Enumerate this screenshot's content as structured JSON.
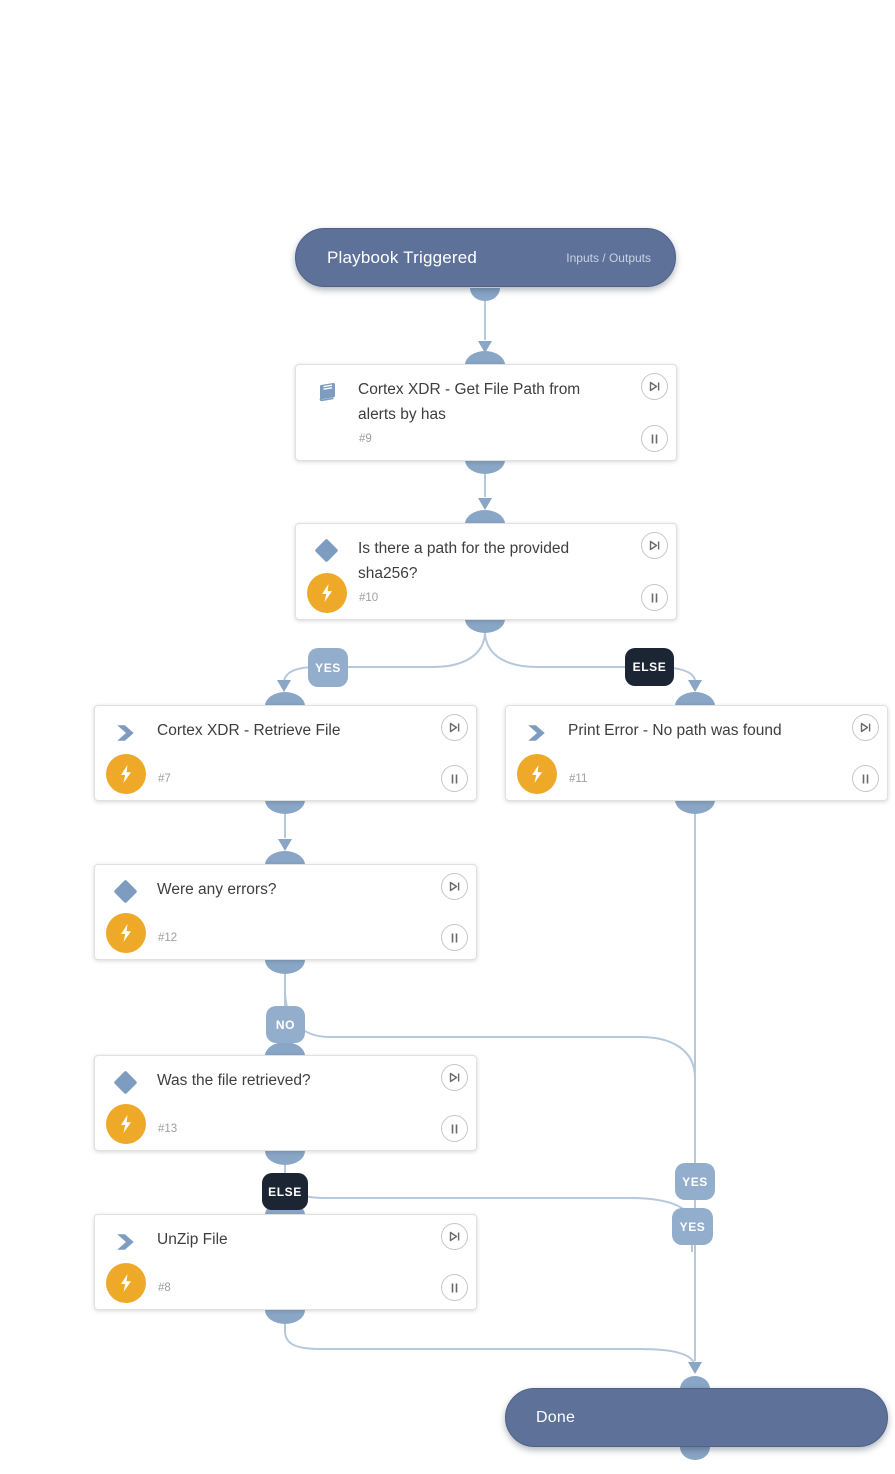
{
  "trigger": {
    "label": "Playbook Triggered",
    "link": "Inputs / Outputs"
  },
  "terminal": {
    "label": "Done"
  },
  "nodes": [
    {
      "id": "#9",
      "title": "Cortex XDR - Get File Path from alerts by has",
      "icon": "playbook-book-icon",
      "has_bolt": false
    },
    {
      "id": "#10",
      "title": "Is there a path for the provided sha256?",
      "icon": "condition-diamond-icon",
      "has_bolt": true
    },
    {
      "id": "#7",
      "title": "Cortex XDR - Retrieve File",
      "icon": "task-chevron-icon",
      "has_bolt": true
    },
    {
      "id": "#11",
      "title": "Print Error - No path was found",
      "icon": "task-chevron-icon",
      "has_bolt": true
    },
    {
      "id": "#12",
      "title": "Were any errors?",
      "icon": "condition-diamond-icon",
      "has_bolt": true
    },
    {
      "id": "#13",
      "title": "Was the file retrieved?",
      "icon": "condition-diamond-icon",
      "has_bolt": true
    },
    {
      "id": "#8",
      "title": "UnZip File",
      "icon": "task-chevron-icon",
      "has_bolt": true
    }
  ],
  "edge_labels": [
    {
      "text": "YES",
      "kind": "yes"
    },
    {
      "text": "ELSE",
      "kind": "else"
    },
    {
      "text": "NO",
      "kind": "no"
    },
    {
      "text": "YES",
      "kind": "yes"
    },
    {
      "text": "YES",
      "kind": "yes"
    },
    {
      "text": "ELSE",
      "kind": "else"
    }
  ],
  "node_actions": {
    "skip": "skip-to-next",
    "pause": "pause"
  },
  "colors": {
    "pill_bg": "#5d7199",
    "connector_line": "#b5c8dc",
    "connector_stub": "#8aa6c6",
    "label_yes_bg": "#93aecd",
    "label_else_bg": "#1c2534",
    "bolt_bg": "#efa929",
    "card_title": "#3e3e3e"
  }
}
